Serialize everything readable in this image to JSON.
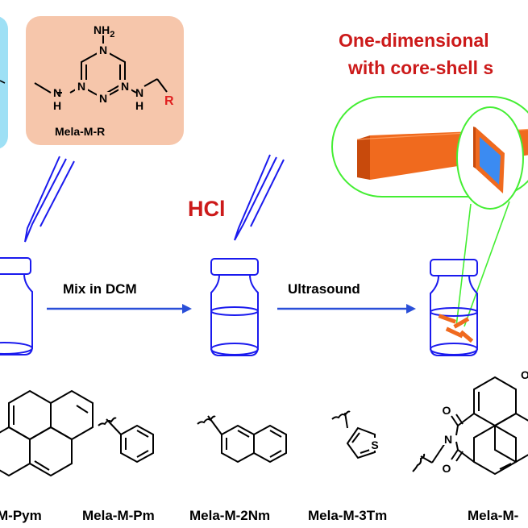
{
  "header": {
    "title_line1": "One-dimensional",
    "title_line2": "with core-shell s"
  },
  "reagents": {
    "mela_label": "Mela-M-R",
    "nh2": "NH",
    "nh2_sub": "2",
    "n": "N",
    "h": "H",
    "r": "R",
    "hcl": "HCl"
  },
  "process": {
    "step1": "Mix in DCM",
    "step2": "Ultrasound"
  },
  "compounds": [
    {
      "label": "M-Pym"
    },
    {
      "label": "Mela-M-Pm"
    },
    {
      "label": "Mela-M-2Nm"
    },
    {
      "label": "Mela-M-3Tm"
    },
    {
      "label": "Mela-M-"
    }
  ],
  "atoms": {
    "s": "S",
    "o": "O",
    "n": "N"
  },
  "colors": {
    "title_red": "#cc1a1a",
    "vial_blue": "#1a1aee",
    "arrow_blue": "#2a4fd8",
    "peach_box": "#f6c6ab",
    "cyan_box": "#9ee0f5",
    "rod_orange": "#f06a1e",
    "callout_green": "#44ee33"
  }
}
